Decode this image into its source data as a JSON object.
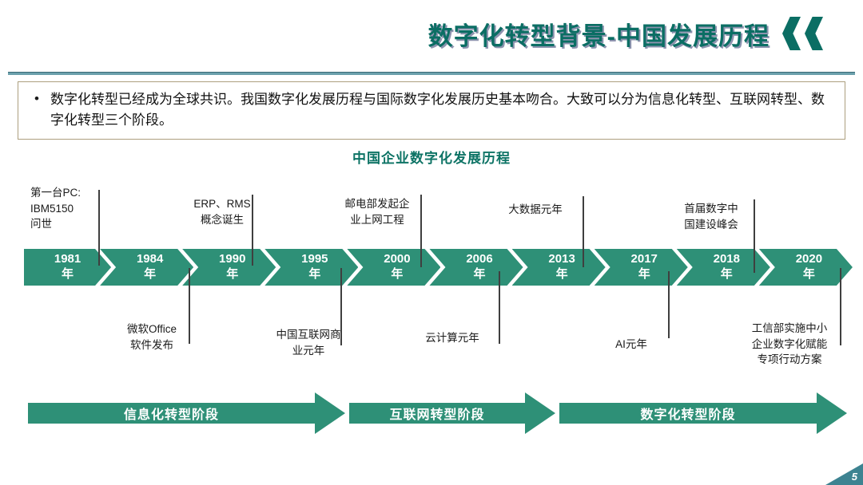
{
  "slide": {
    "title": "数字化转型背景-中国发展历程",
    "page_number": "5"
  },
  "intro": {
    "bullet": "•",
    "text": "数字化转型已经成为全球共识。我国数字化发展历程与国际数字化发展历史基本吻合。大致可以分为信息化转型、互联网转型、数字化转型三个阶段。"
  },
  "timeline": {
    "heading": "中国企业数字化发展历程",
    "year_suffix": "年",
    "milestones": [
      {
        "year": "1981",
        "side": "top",
        "label": "第一台PC:\nIBM5150\n问世"
      },
      {
        "year": "1984",
        "side": "bottom",
        "label": "微软Office\n软件发布"
      },
      {
        "year": "1990",
        "side": "top",
        "label": "ERP、RMS\n概念诞生"
      },
      {
        "year": "1995",
        "side": "bottom",
        "label": "中国互联网商\n业元年"
      },
      {
        "year": "2000",
        "side": "top",
        "label": "邮电部发起企\n业上网工程"
      },
      {
        "year": "2006",
        "side": "bottom",
        "label": "云计算元年"
      },
      {
        "year": "2013",
        "side": "top",
        "label": "大数据元年"
      },
      {
        "year": "2017",
        "side": "bottom",
        "label": "AI元年"
      },
      {
        "year": "2018",
        "side": "top",
        "label": "首届数字中\n国建设峰会"
      },
      {
        "year": "2020",
        "side": "bottom",
        "label": "工信部实施中小\n企业数字化赋能\n专项行动方案"
      }
    ],
    "stages": [
      {
        "label": "信息化转型阶段"
      },
      {
        "label": "互联网转型阶段"
      },
      {
        "label": "数字化转型阶段"
      }
    ]
  },
  "icons": {
    "title_chevrons": "double-left-chevron"
  },
  "colors": {
    "title_teal": "#0b6e64",
    "arrow_green": "#2e9077",
    "divider_blue": "#6ba0ac",
    "footer_teal": "#3d8391",
    "box_border_tan": "#ac9f7e"
  }
}
